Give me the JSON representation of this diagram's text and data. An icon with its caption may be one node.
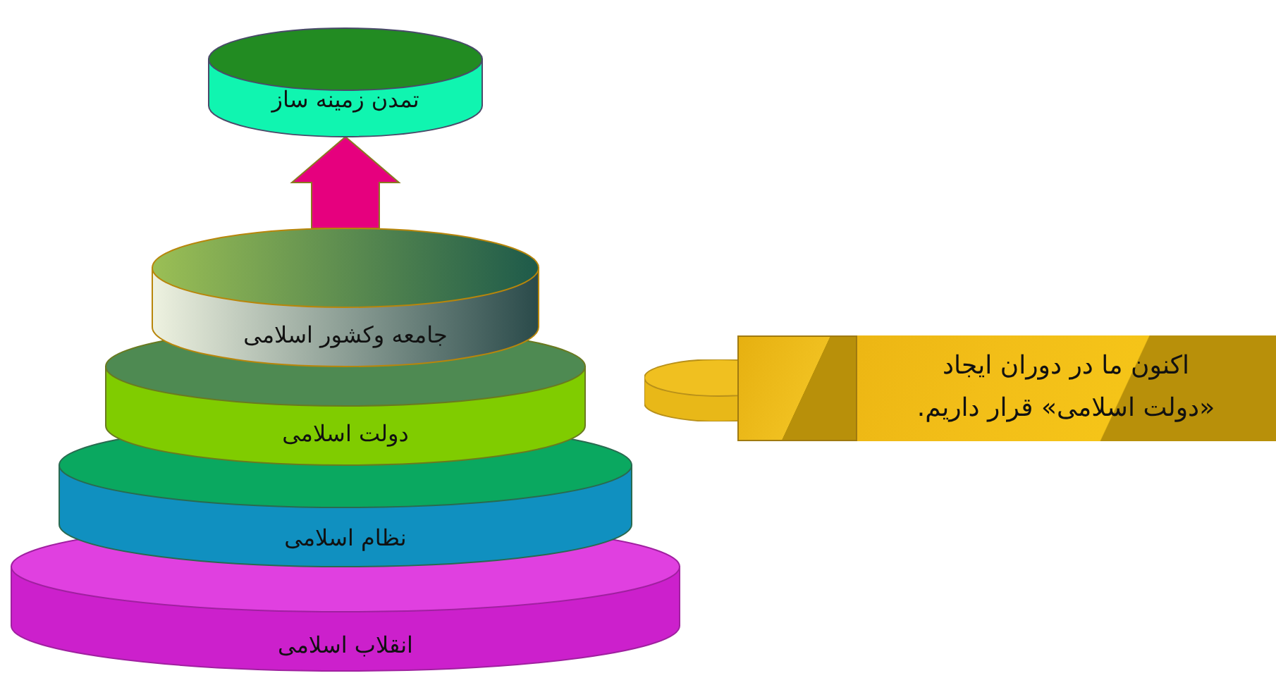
{
  "diagram": {
    "nodes": [
      {
        "text": [
          "تمدن زمینه ساز"
        ]
      },
      {
        "text": [
          "جامعه وکشور اسلامی"
        ]
      },
      {
        "text": [
          "دولت اسلامی"
        ]
      },
      {
        "text": [
          "نظام اسلامی"
        ]
      },
      {
        "text": [
          "انقلاب اسلامی"
        ]
      },
      {
        "text": [
          "اکنون ما در دوران ایجاد «دولت اسلامی» قرار داریم."
        ]
      },
      {
        "text": [],
        "shape": "cylinder"
      }
    ],
    "edges": [
      {
        "from": 1,
        "to": 0,
        "arrow": "to",
        "style": "thick",
        "color": "#e6007e"
      }
    ]
  }
}
